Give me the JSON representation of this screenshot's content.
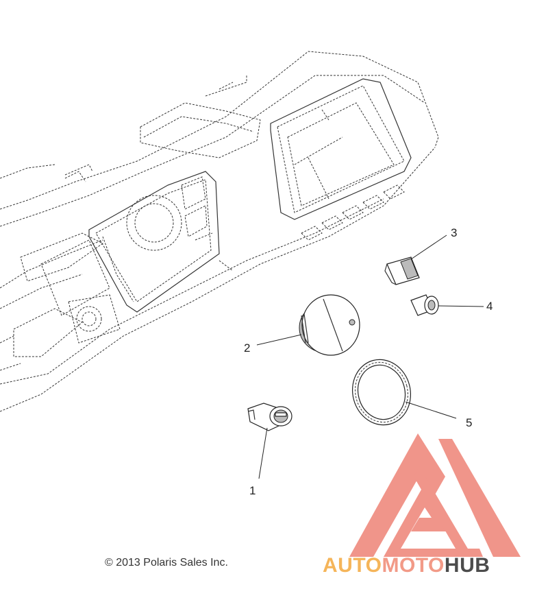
{
  "diagram": {
    "callouts": [
      {
        "id": "1",
        "label": "1"
      },
      {
        "id": "2",
        "label": "2"
      },
      {
        "id": "3",
        "label": "3"
      },
      {
        "id": "4",
        "label": "4"
      },
      {
        "id": "5",
        "label": "5"
      }
    ],
    "copyright": "© 2013 Polaris Sales Inc."
  },
  "watermark": {
    "part1": "AUTO",
    "part2": "MOTO",
    "part3": "HUB",
    "colors": {
      "auto": "#f5b55a",
      "moto": "#f29a87",
      "hub": "#4c4c4c",
      "logo": "#ef8a7e"
    }
  }
}
